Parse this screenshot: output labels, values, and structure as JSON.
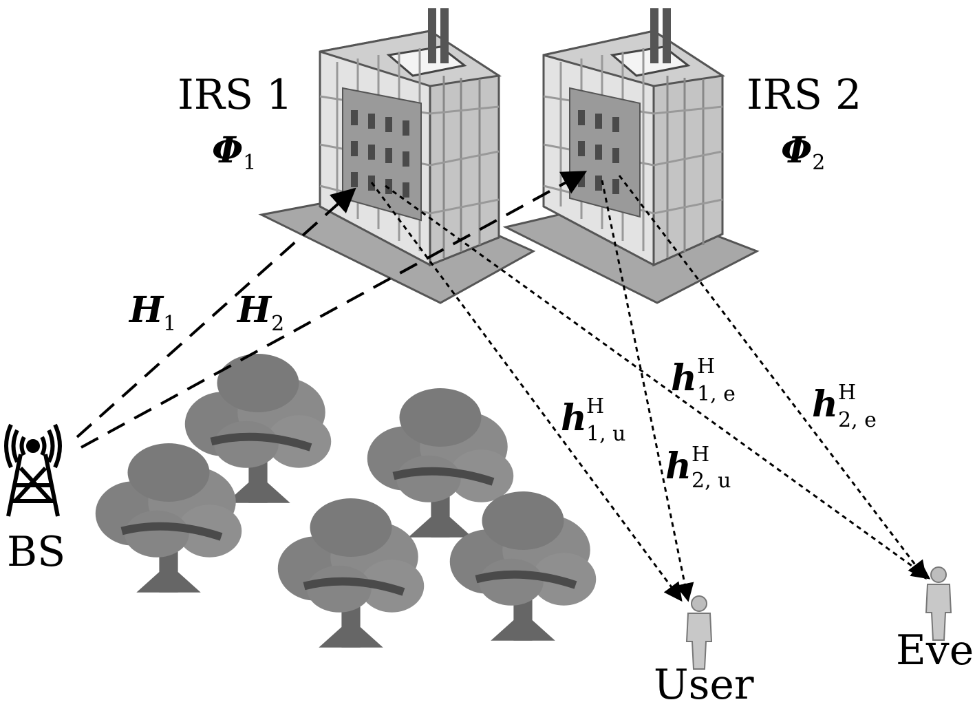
{
  "labels": {
    "irs1_name": "IRS 1",
    "irs1_phase_symbol": "Φ",
    "irs1_phase_sub": "1",
    "irs2_name": "IRS 2",
    "irs2_phase_symbol": "Φ",
    "irs2_phase_sub": "2",
    "h1_symbol": "H",
    "h1_sub": "1",
    "h2_symbol": "H",
    "h2_sub": "2",
    "h1u_symbol": "h",
    "h1u_sup": "H",
    "h1u_sub": "1, u",
    "h2u_symbol": "h",
    "h2u_sup": "H",
    "h2u_sub": "2, u",
    "h1e_symbol": "h",
    "h1e_sup": "H",
    "h1e_sub": "1, e",
    "h2e_symbol": "h",
    "h2e_sup": "H",
    "h2e_sub": "2, e",
    "bs": "BS",
    "user": "User",
    "eve": "Eve"
  },
  "icons": {
    "irs1": "building-icon",
    "irs2": "building-icon",
    "bs": "antenna-tower-icon",
    "user": "person-icon",
    "eve": "person-icon",
    "obstacles": "tree-icon"
  },
  "colors": {
    "ink": "#000000",
    "building_light": "#d9d9d9",
    "building_mid": "#a6a6a6",
    "building_dark": "#6e6e6e",
    "tree": "#7d7d7d",
    "tree_dark": "#4d4d4d"
  }
}
